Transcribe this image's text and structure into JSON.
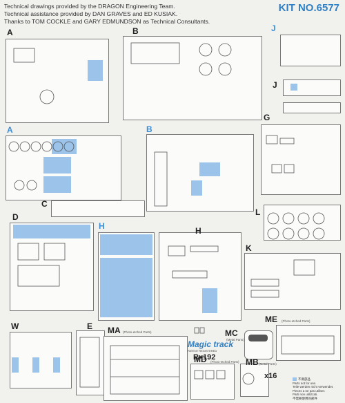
{
  "header": {
    "credits": [
      "Technical drawings provided by the DRAGON Engineering Team.",
      "Technical assistance provided by DAN GRAVES and ED KUSIAK.",
      "Thanks to TOM COCKLE and GARY EDMUNDSON as Technical Consultants."
    ],
    "kit_number": "KIT NO.6577"
  },
  "sprue_labels": {
    "A_top": "A",
    "B_top": "B",
    "J_top": "J",
    "J_mid": "J",
    "G": "G",
    "A_mid": "A",
    "B_mid": "B",
    "C": "C",
    "L": "L",
    "D": "D",
    "H_blue": "H",
    "H": "H",
    "K": "K",
    "W": "W",
    "E": "E",
    "MA": "MA",
    "MC": "MC",
    "MD": "MD",
    "MB": "MB",
    "ME": "ME"
  },
  "notes": {
    "ma": "(Photo-etched Parts)",
    "mc": "(Metal Parts)",
    "md": "(Photo-etched Parts)",
    "mb": "(Metal Parts)",
    "me": "(Photo-etched Parts)"
  },
  "magic_track": {
    "logo": "Magic track",
    "subtitle": "PATENT REGISTERED",
    "count": "Rx192"
  },
  "mb_count": "x16",
  "legend": {
    "lines": [
      "不要部品",
      "Parts not for use.",
      "Teile werden nicht verwendet.",
      "Pieces a ne pas utiliser.",
      "Parti non utilizzati.",
      "不需要使用的部件"
    ],
    "swatch_color": "#9cc3ea"
  }
}
